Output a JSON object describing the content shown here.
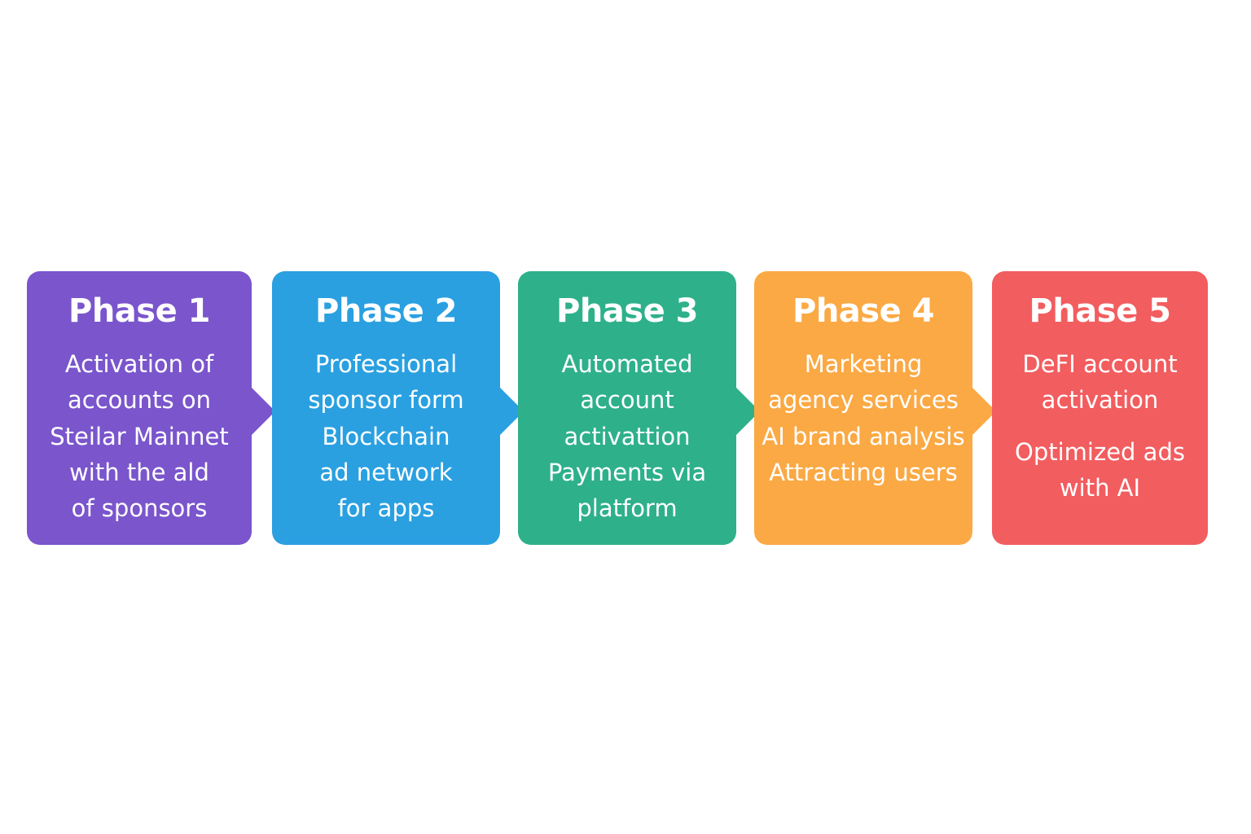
{
  "phases": [
    {
      "title": "Phase 1",
      "lines": [
        "Activation of",
        "accounts on",
        "Steilar Mainnet",
        "with the ald",
        "of sponsors"
      ],
      "color": "#7a55cc"
    },
    {
      "title": "Phase 2",
      "lines": [
        "Professional",
        "sponsor form",
        "Blockchain",
        "ad network",
        "for apps"
      ],
      "color": "#2aa0e0"
    },
    {
      "title": "Phase 3",
      "lines": [
        "Automated",
        "account",
        "activattion",
        "Payments via",
        "platform"
      ],
      "color": "#2eb08b"
    },
    {
      "title": "Phase 4",
      "lines": [
        "Marketing",
        "agency services",
        "AI brand analysis",
        "Attracting users"
      ],
      "color": "#fba944"
    },
    {
      "title": "Phase 5",
      "lines": [
        "DeFI account",
        "activation",
        "Optimized ads",
        "with AI"
      ],
      "color": "#f25d5f"
    }
  ]
}
